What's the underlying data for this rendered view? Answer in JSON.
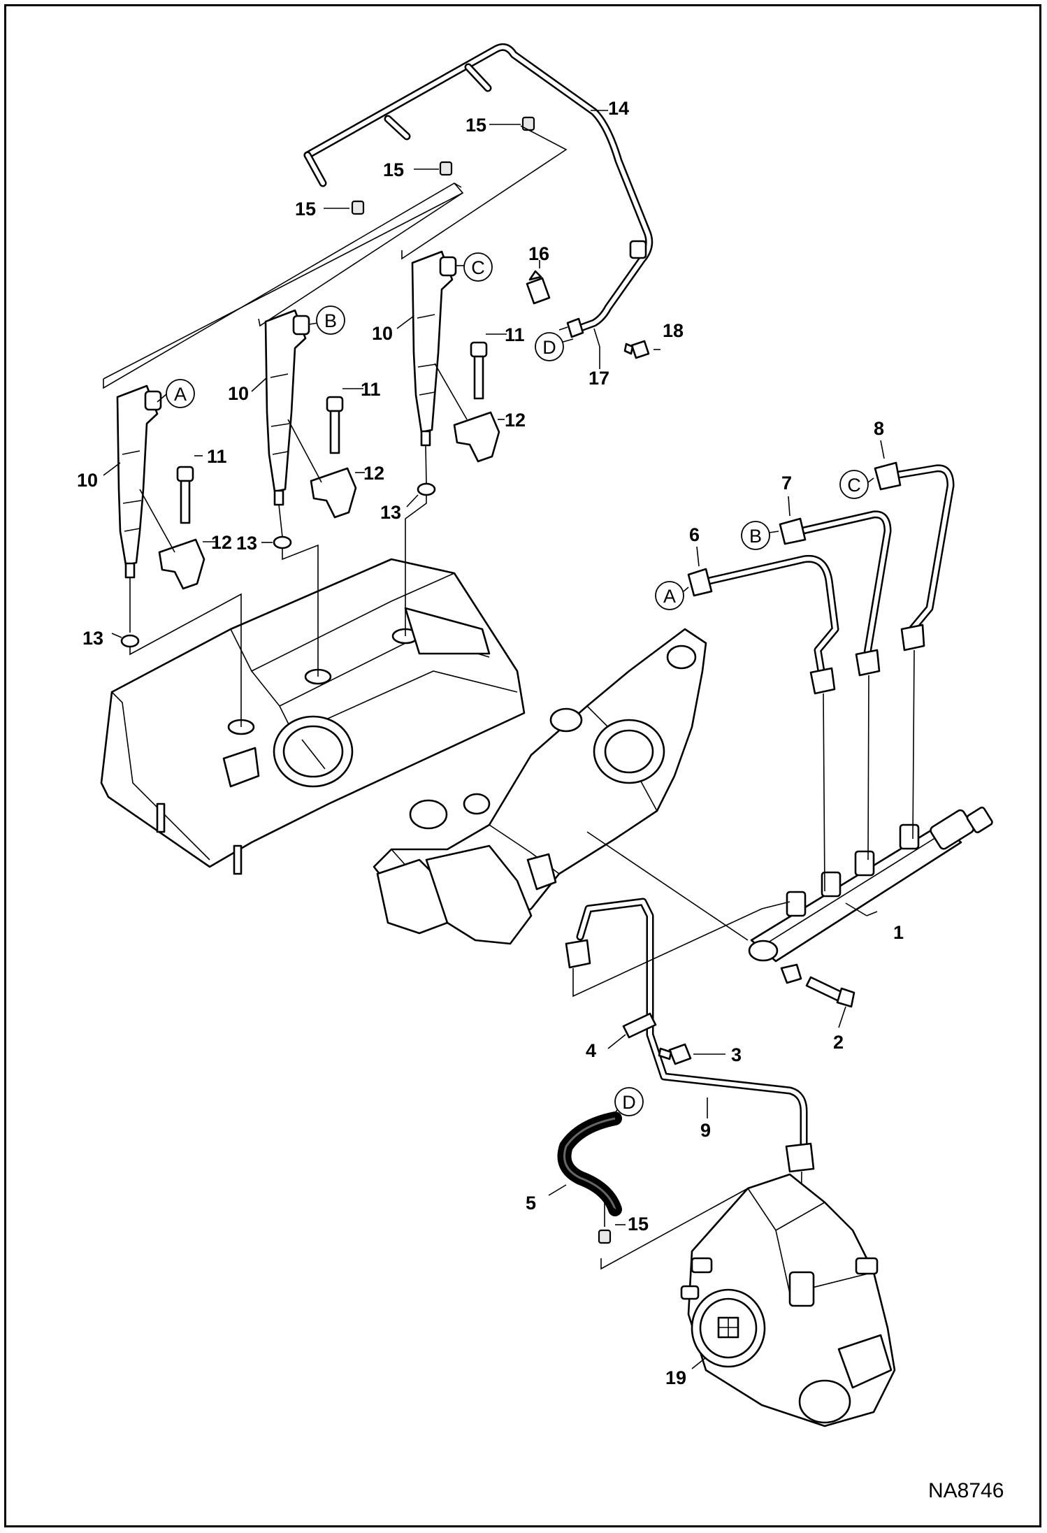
{
  "figure_id": "NA8746",
  "callouts": {
    "c1": "1",
    "c2": "2",
    "c3": "3",
    "c4": "4",
    "c5": "5",
    "c6": "6",
    "c7": "7",
    "c8": "8",
    "c9": "9",
    "c10a": "10",
    "c10b": "10",
    "c10c": "10",
    "c11a": "11",
    "c11b": "11",
    "c11c": "11",
    "c12a": "12",
    "c12b": "12",
    "c12c": "12",
    "c13a": "13",
    "c13b": "13",
    "c13c": "13",
    "c14": "14",
    "c15a": "15",
    "c15b": "15",
    "c15c": "15",
    "c15d": "15",
    "c16": "16",
    "c17": "17",
    "c18": "18",
    "c19": "19"
  },
  "connectors": {
    "a1": "A",
    "a2": "A",
    "b1": "B",
    "b2": "B",
    "cc1": "C",
    "cc2": "C",
    "d1": "D",
    "d2": "D"
  }
}
